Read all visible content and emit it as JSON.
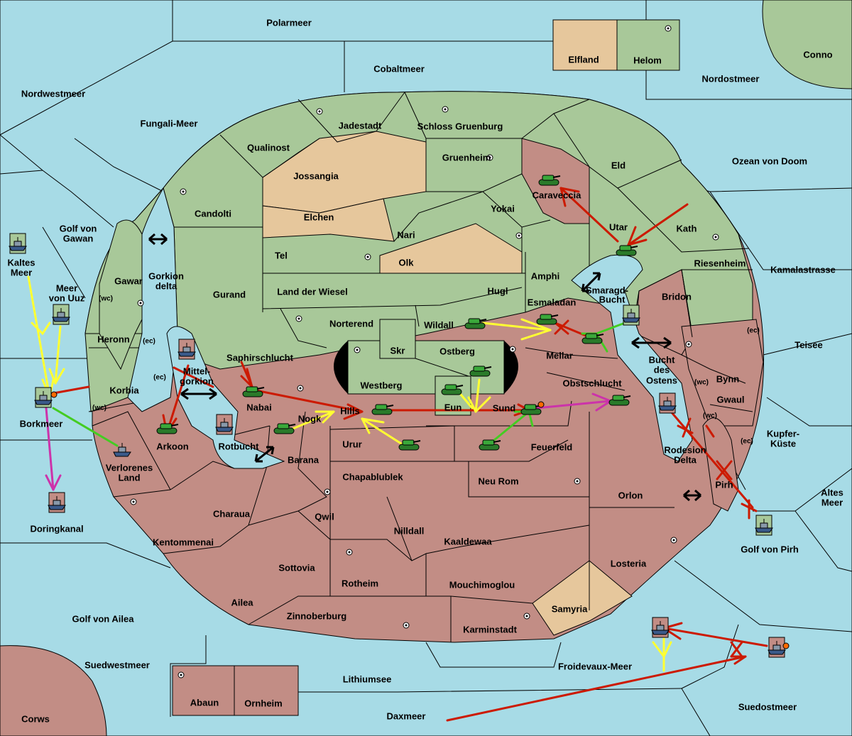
{
  "colors": {
    "sea": "#a7dbe6",
    "green": "#a8c899",
    "red": "#c28d85",
    "tan": "#e6c79c",
    "border": "#000000",
    "move_red": "#cc1a00",
    "move_yellow": "#ffff33",
    "move_green": "#44cc22",
    "move_magenta": "#cc33aa"
  },
  "labels": {
    "seas": {
      "polarmeer": "Polarmeer",
      "cobaltmeer": "Cobaltmeer",
      "nordwestmeer": "Nordwestmeer",
      "fungali_meer": "Fungali-Meer",
      "nordostmeer": "Nordostmeer",
      "ozean_von_doom": "Ozean von Doom",
      "golf_von_gawan_1": "Golf von",
      "golf_von_gawan_2": "Gawan",
      "kaltes_meer_1": "Kaltes",
      "kaltes_meer_2": "Meer",
      "meer_von_uuz_1": "Meer",
      "meer_von_uuz_2": "von Uuz",
      "gorkion_delta_1": "Gorkion",
      "gorkion_delta_2": "delta",
      "mittel_gorkion_1": "Mittel-",
      "mittel_gorkion_2": "gorkion",
      "borkmeer": "Borkmeer",
      "rotbucht": "Rotbucht",
      "doringkanal": "Doringkanal",
      "smaragd_bucht_1": "Smaragd-",
      "smaragd_bucht_2": "Bucht",
      "bucht_des_ostens_1": "Bucht",
      "bucht_des_ostens_2": "des",
      "bucht_des_ostens_3": "Ostens",
      "kamalastrasse": "Kamalastrasse",
      "teisee": "Teisee",
      "kupfer_kueste_1": "Kupfer-",
      "kupfer_kueste_2": "Küste",
      "rodesion_delta_1": "Rodesion",
      "rodesion_delta_2": "Delta",
      "altes_meer_1": "Altes",
      "altes_meer_2": "Meer",
      "golf_von_pirh": "Golf von Pirh",
      "golf_von_ailea": "Golf von Ailea",
      "suedwestmeer": "Suedwestmeer",
      "lithiumsee": "Lithiumsee",
      "froidevaux_meer": "Froidevaux-Meer",
      "daxmeer": "Daxmeer",
      "suedostmeer": "Suedostmeer"
    },
    "lands": {
      "elfland": "Elfland",
      "helom": "Helom",
      "conno": "Conno",
      "corws": "Corws",
      "jadestadt": "Jadestadt",
      "schloss_gruenburg": "Schloss Gruenburg",
      "qualinost": "Qualinost",
      "gruenheim": "Gruenheim",
      "eld": "Eld",
      "jossangia": "Jossangia",
      "caraveccia": "Caraveccia",
      "candolti": "Candolti",
      "elchen": "Elchen",
      "yokai": "Yokai",
      "utar": "Utar",
      "kath": "Kath",
      "nari": "Nari",
      "tel": "Tel",
      "olk": "Olk",
      "amphi": "Amphi",
      "riesenheim": "Riesenheim",
      "gawar": "Gawar",
      "gurand": "Gurand",
      "land_der_wiesel": "Land der Wiesel",
      "hugl": "Hugl",
      "bridon": "Bridon",
      "esmaladan": "Esmaladan",
      "heronn": "Heronn",
      "norterend": "Norterend",
      "wildall": "Wildall",
      "skr": "Skr",
      "ostberg": "Ostberg",
      "mellar": "Mellar",
      "saphirschlucht": "Saphirschlucht",
      "bynn": "Bynn",
      "korbia": "Korbia",
      "westberg": "Westberg",
      "obstschlucht": "Obstschlucht",
      "gwaul": "Gwaul",
      "nabai": "Nabai",
      "eun": "Eun",
      "sund": "Sund",
      "hills": "Hills",
      "nogk": "Nogk",
      "arkoon": "Arkoon",
      "urur": "Urur",
      "feuerfeld": "Feuerfeld",
      "barana": "Barana",
      "verlorenes_land_1": "Verlorenes",
      "verlorenes_land_2": "Land",
      "chapablublek": "Chapablublek",
      "neu_rom": "Neu Rom",
      "orlon": "Orlon",
      "pirh": "Pirh",
      "charaua": "Charaua",
      "qwil": "Qwil",
      "nilldall": "Nilldall",
      "kentommenai": "Kentommenai",
      "kaaldewaa": "Kaaldewaa",
      "losteria": "Losteria",
      "sottovia": "Sottovia",
      "rotheim": "Rotheim",
      "mouchimoglou": "Mouchimoglou",
      "ailea": "Ailea",
      "samyria": "Samyria",
      "zinnoberburg": "Zinnoberburg",
      "karminstadt": "Karminstadt",
      "abaun": "Abaun",
      "ornheim": "Ornheim"
    },
    "coasts": {
      "wc": "(wc)",
      "ec": "(ec)"
    }
  }
}
